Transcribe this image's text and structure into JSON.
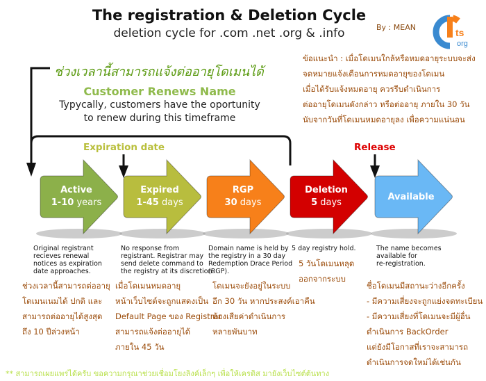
{
  "header": {
    "title": "The registration & Deletion Cycle",
    "subtitle": "deletion cycle for .com .net .org & .info",
    "author": "By : MEAN",
    "logo_text": "dots org"
  },
  "renewal": {
    "thai_heading": "ช่วงเวลานี้สามารถแจ้งต่ออายุโดเมนได้",
    "title": "Customer Renews Name",
    "description_line1": "Typycally, customers have the oportunity",
    "description_line2": "to renew during this timeframe"
  },
  "advice": [
    "ข้อแนะนำ : เมื่อโดเมนใกล้หรือหมดอายุระบบจะส่ง",
    "จดหมายแจ้งเตือนการหมดอายุของโดเมน",
    "เมื่อได้รับแจ้งหมดอายุ ควรรีบดำเนินการ",
    "ต่ออายุโดเมนดังกล่าว หรือต่ออายุ ภายใน 30 วัน",
    "นับจากวันที่โดเมนหมดอายุลง เพื่อความแน่นอน"
  ],
  "markers": {
    "expiration": "Expiration date",
    "release": "Release"
  },
  "stages": [
    {
      "name": "Active",
      "num": "1-10",
      "unit": " years",
      "color": "#8cb04a",
      "desc": [
        "Original registrant",
        "recieves renewal",
        "notices as expiration",
        "date approaches."
      ],
      "thai": [
        "ช่วงเวลานี้สามารถต่ออายุ",
        "โดเมนเนมได้ ปกติ และ",
        "สามารถต่ออายุได้สูงสุด",
        "ถึง 10 ปีล่วงหน้า"
      ]
    },
    {
      "name": "Expired",
      "num": "1-45",
      "unit": " days",
      "color": "#b8bd3e",
      "desc": [
        "No response from",
        "registrant. Registrar may",
        "send delete command to",
        "the registry at its discretion."
      ],
      "thai": [
        "เมื่อโดเมนหมดอายุ",
        "หน้าเว็บไซต์จะถูกแสดงเป็น",
        "Default Page ของ Registrar",
        "สามารถแจ้งต่ออายุได้",
        "ภายใน 45 วัน"
      ]
    },
    {
      "name": "RGP",
      "num": "30",
      "unit": " days",
      "color": "#f7801a",
      "desc": [
        "Domain name is held by",
        "the registry in a 30 day",
        "Redemption Drace Period",
        "(RGP)."
      ],
      "thai": [
        "โดเมนจะยังอยู่ในระบบ",
        "อีก 30 วัน หากประสงค์เอาคืน",
        "ต้องเสียค่าดำเนินการ",
        "หลายพันบาท"
      ]
    },
    {
      "name": "Deletion",
      "num": "5",
      "unit": " days",
      "color": "#d30000",
      "desc": [
        "5 day registry hold."
      ],
      "thai": [
        "5 วันโดเมนหลุด",
        "ออกจากระบบ"
      ]
    },
    {
      "name": "Available",
      "num": "",
      "unit": "",
      "color": "#6ab8f5",
      "desc": [
        "The name becomes",
        "available for",
        "re-registration."
      ],
      "thai": [
        "ชื่อโดเมนมีสถานะว่างอีกครั้ง",
        "- มีความเสี่ยงจะถูกแย่งจดทะเบียน",
        "- มีความเสี่ยงที่โดเมนจะมีผู้อื่น",
        "ดำเนินการ BackOrder",
        "แต่ยังมีโอกาสที่เราจะสามารถ",
        "ดำเนินการจดใหม่ได้เช่นกัน"
      ]
    }
  ],
  "footer": "** สามารถเผยแพร่ได้ครับ ขอความกรุณาช่วยเชื่อมโยงลิงค์เล็กๆ เพื่อให้เครดิส  มายังเว็บไซต์ต้นทาง"
}
